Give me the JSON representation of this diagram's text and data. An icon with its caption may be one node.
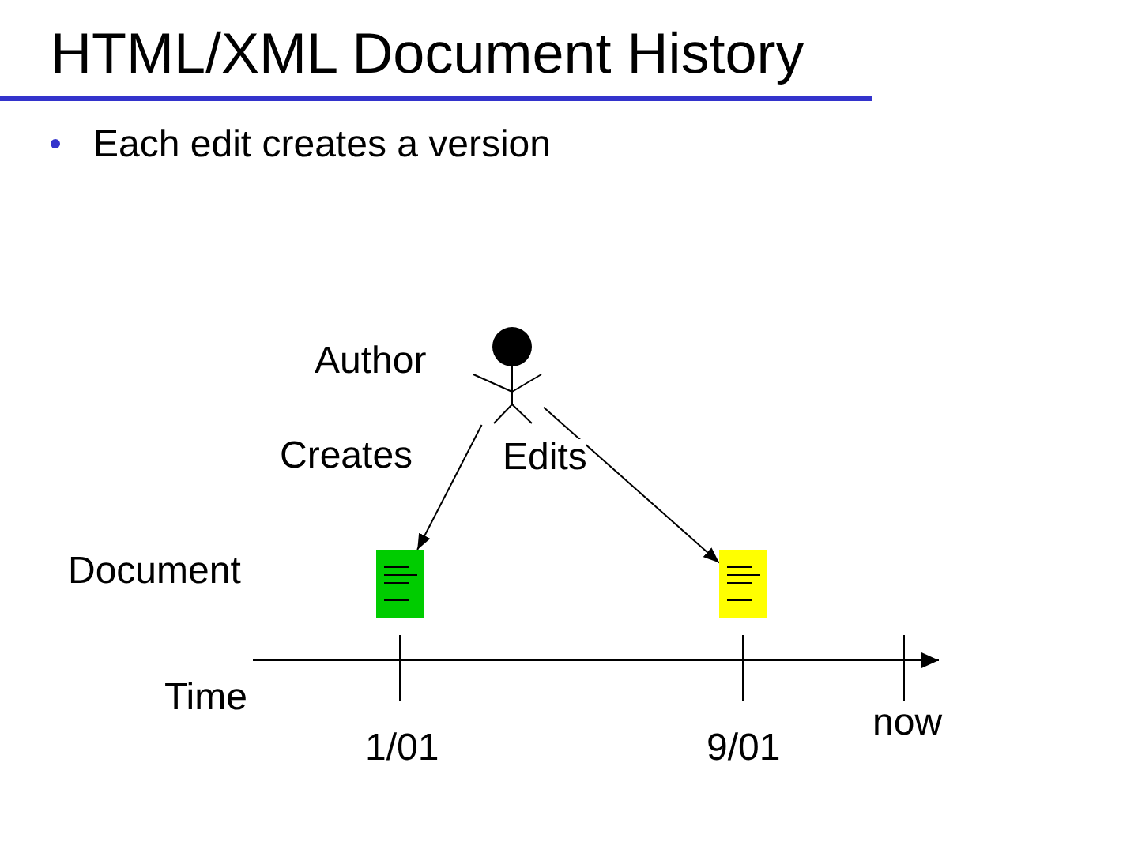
{
  "diagram": {
    "title": "HTML/XML Document History",
    "nodes": [
      {
        "text": [],
        "shape": "person",
        "beside": [
          "Author"
        ]
      },
      {
        "text": [],
        "shape": "picture"
      },
      {
        "text": [],
        "shape": "picture"
      }
    ],
    "edges": [
      {
        "from": 0,
        "to": 1,
        "arrow": "to",
        "label": "Creates"
      },
      {
        "from": 0,
        "to": 2,
        "arrow": "to",
        "label": "Edits"
      }
    ],
    "labels": [
      "Each edit creates a version",
      "Document",
      "Time",
      "1/01",
      "9/01",
      "now"
    ]
  }
}
